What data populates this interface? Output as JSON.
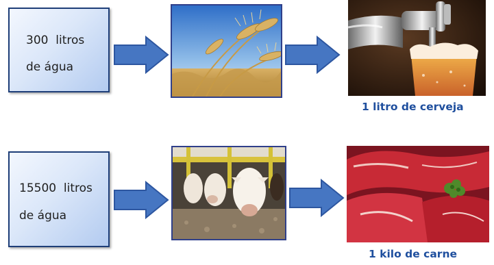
{
  "rows": [
    {
      "input_line1": "300  litros",
      "input_line2": "de água",
      "intermediate_image": "wheat-field",
      "output_image": "beer-tap-glass",
      "output_caption": "1 litro de cerveja"
    },
    {
      "input_line1": "15500  litros",
      "input_line2": "de água",
      "intermediate_image": "cattle-feeding",
      "output_image": "raw-beef-steaks",
      "output_caption": "1 kilo de carne"
    }
  ],
  "colors": {
    "arrow": "#4676c2",
    "box_border": "#1e3e78",
    "caption": "#1f4f9e"
  }
}
